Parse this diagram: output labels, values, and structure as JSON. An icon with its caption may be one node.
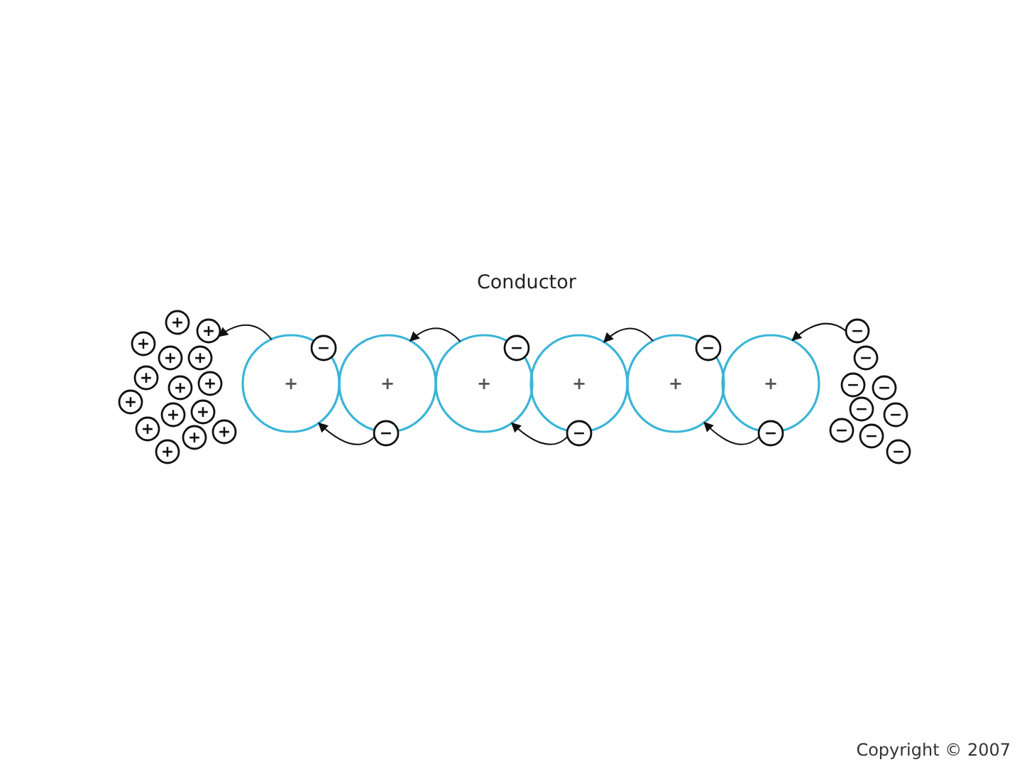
{
  "diagram": {
    "nodes": [
      {
        "text": [
          "+"
        ]
      },
      {
        "text": [
          "+"
        ]
      },
      {
        "text": [
          "+"
        ]
      },
      {
        "text": [
          "+"
        ]
      },
      {
        "text": [
          "+"
        ]
      },
      {
        "text": [
          "+"
        ]
      },
      {
        "text": [
          "+"
        ]
      },
      {
        "text": [
          "+"
        ]
      },
      {
        "text": [
          "+"
        ]
      },
      {
        "text": [
          "+"
        ]
      },
      {
        "text": [
          "+"
        ]
      },
      {
        "text": [
          "+"
        ]
      },
      {
        "text": [
          "+"
        ]
      },
      {
        "text": [
          "+"
        ]
      },
      {
        "text": [
          "+"
        ]
      },
      {
        "text": [
          "+"
        ]
      },
      {
        "text": [
          "+"
        ]
      },
      {
        "text": [
          "+"
        ]
      },
      {
        "text": [
          "+"
        ]
      },
      {
        "text": [
          "+"
        ]
      },
      {
        "text": [
          "+"
        ]
      },
      {
        "text": [
          "−"
        ]
      },
      {
        "text": [
          "−"
        ]
      },
      {
        "text": [
          "−"
        ]
      },
      {
        "text": [
          "−"
        ]
      },
      {
        "text": [
          "−"
        ]
      },
      {
        "text": [
          "−"
        ]
      },
      {
        "text": [
          "−"
        ]
      },
      {
        "text": [
          "−"
        ]
      },
      {
        "text": [
          "−"
        ]
      },
      {
        "text": [
          "−"
        ]
      },
      {
        "text": [
          "−"
        ]
      },
      {
        "text": [
          "−"
        ]
      },
      {
        "text": [
          "−"
        ]
      },
      {
        "text": [
          "−"
        ]
      },
      {
        "text": [
          "−"
        ]
      }
    ],
    "edges": [
      {
        "from": 15,
        "to": 1,
        "arrow": "to"
      },
      {
        "from": 17,
        "to": 16,
        "arrow": "to"
      },
      {
        "from": 19,
        "to": 18,
        "arrow": "to"
      },
      {
        "from": 27,
        "to": 20,
        "arrow": "to"
      },
      {
        "from": 24,
        "to": 15,
        "arrow": "to"
      },
      {
        "from": 25,
        "to": 17,
        "arrow": "to"
      },
      {
        "from": 26,
        "to": 19,
        "arrow": "to"
      }
    ],
    "labels": [
      "Conductor",
      "Copyright © 2007"
    ]
  }
}
